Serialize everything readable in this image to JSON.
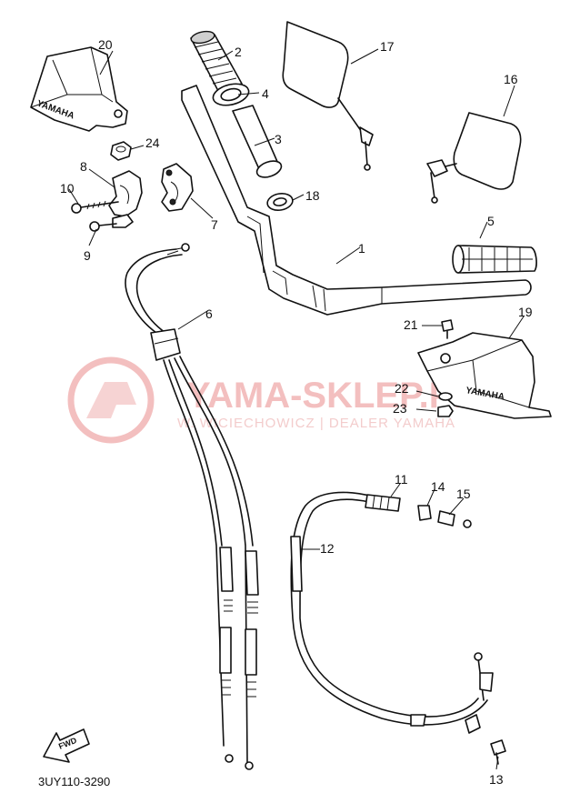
{
  "diagram": {
    "code": "3UY110-3290",
    "fwd_label": "FWD",
    "brand_text": "YAMAHA",
    "watermark": {
      "title": "YAMA-SKLEP.PL",
      "subtitle": "W. WICIECHOWICZ | DEALER YAMAHA",
      "color": "#f2b9b9"
    },
    "callouts": [
      "1",
      "2",
      "3",
      "4",
      "5",
      "6",
      "7",
      "8",
      "9",
      "10",
      "11",
      "12",
      "13",
      "14",
      "15",
      "16",
      "17",
      "18",
      "19",
      "20",
      "21",
      "22",
      "23",
      "24"
    ]
  }
}
